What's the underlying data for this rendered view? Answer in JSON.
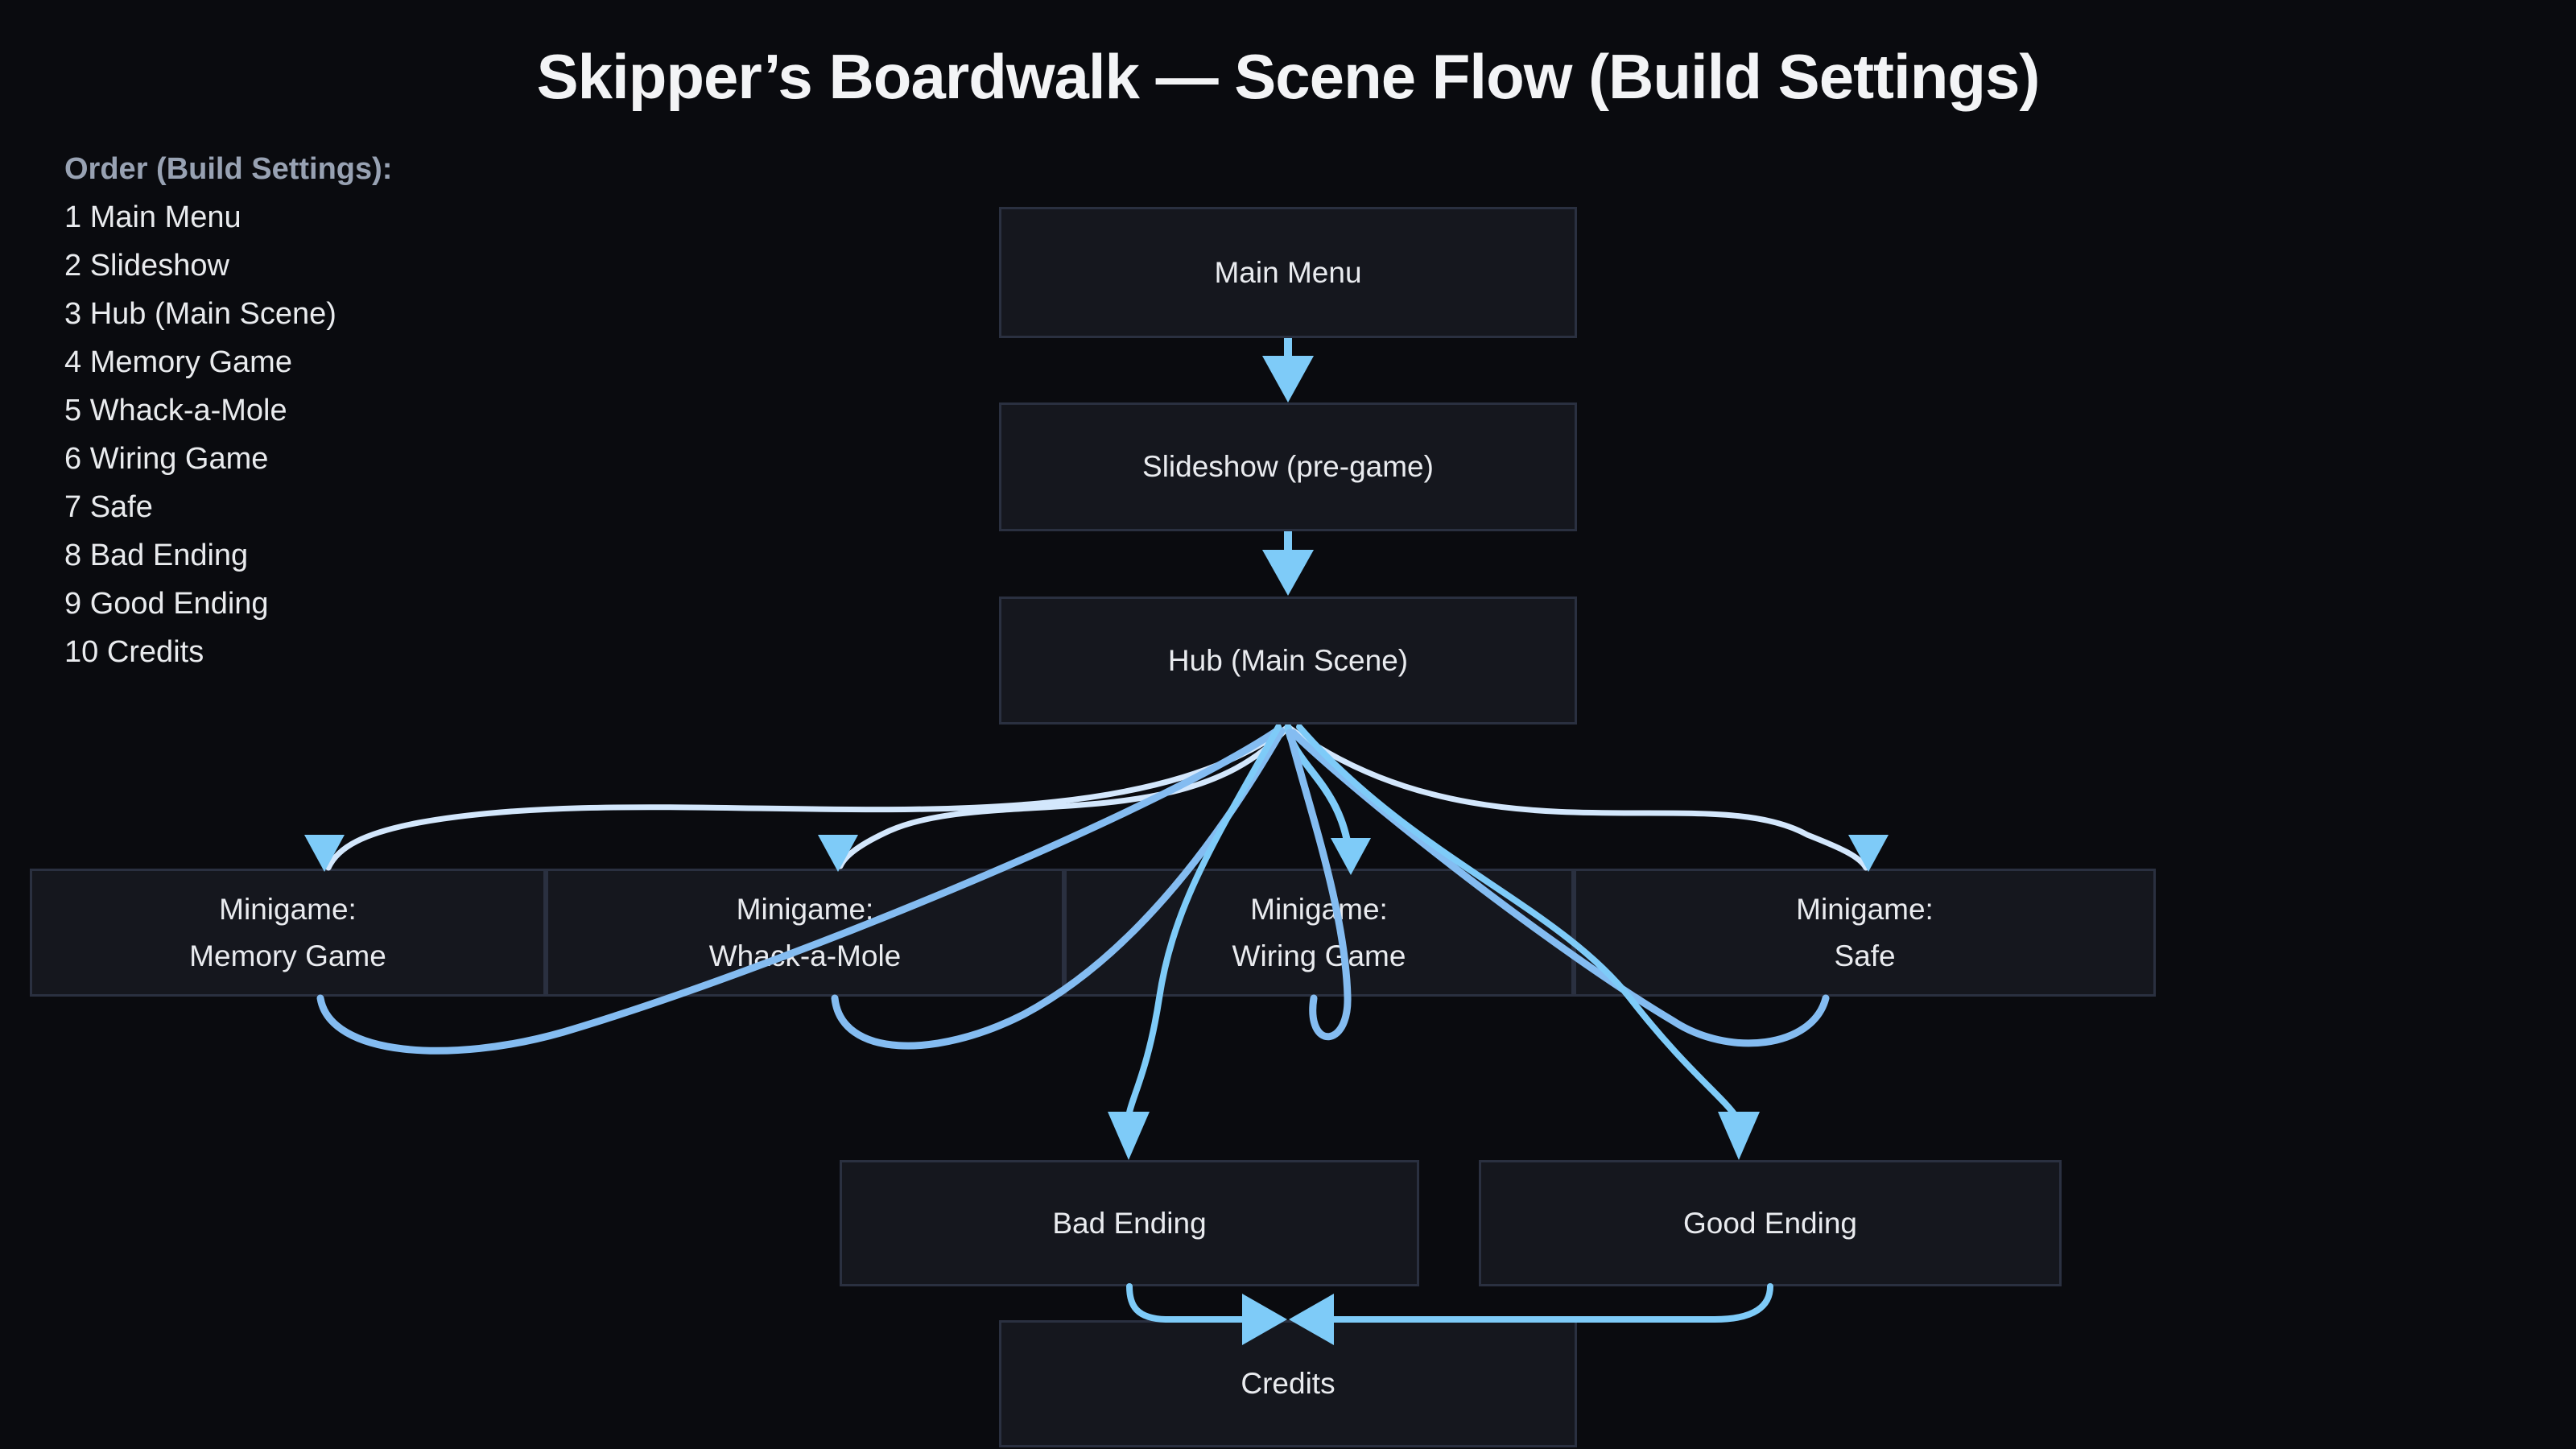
{
  "title": "Skipper’s Boardwalk — Scene Flow (Build Settings)",
  "legend": {
    "heading": "Order (Build Settings):",
    "items": [
      "1 Main Menu",
      "2 Slideshow",
      "3 Hub (Main Scene)",
      "4 Memory Game",
      "5 Whack-a-Mole",
      "6 Wiring Game",
      "7 Safe",
      "8 Bad Ending",
      "9 Good Ending",
      "10 Credits"
    ]
  },
  "nodes": {
    "main_menu": "Main Menu",
    "slideshow": "Slideshow (pre-game)",
    "hub": "Hub (Main Scene)",
    "minigames": [
      {
        "line1": "Minigame:",
        "line2": "Memory Game"
      },
      {
        "line1": "Minigame:",
        "line2": "Whack-a-Mole"
      },
      {
        "line1": "Minigame:",
        "line2": "Wiring Game"
      },
      {
        "line1": "Minigame:",
        "line2": "Safe"
      }
    ],
    "bad_ending": "Bad Ending",
    "good_ending": "Good Ending",
    "credits": "Credits"
  },
  "edges": [
    {
      "from": "Main Menu",
      "to": "Slideshow (pre-game)"
    },
    {
      "from": "Slideshow (pre-game)",
      "to": "Hub (Main Scene)"
    },
    {
      "from": "Hub (Main Scene)",
      "to": "Minigame: Memory Game"
    },
    {
      "from": "Minigame: Memory Game",
      "to": "Hub (Main Scene)"
    },
    {
      "from": "Hub (Main Scene)",
      "to": "Minigame: Whack-a-Mole"
    },
    {
      "from": "Minigame: Whack-a-Mole",
      "to": "Hub (Main Scene)"
    },
    {
      "from": "Hub (Main Scene)",
      "to": "Minigame: Wiring Game"
    },
    {
      "from": "Minigame: Wiring Game",
      "to": "Hub (Main Scene)"
    },
    {
      "from": "Hub (Main Scene)",
      "to": "Minigame: Safe"
    },
    {
      "from": "Minigame: Safe",
      "to": "Hub (Main Scene)"
    },
    {
      "from": "Hub (Main Scene)",
      "to": "Bad Ending"
    },
    {
      "from": "Hub (Main Scene)",
      "to": "Good Ending"
    },
    {
      "from": "Bad Ending",
      "to": "Credits"
    },
    {
      "from": "Good Ending",
      "to": "Credits"
    }
  ],
  "colors": {
    "background": "#0a0b0f",
    "node_fill": "#15171e",
    "node_border": "#2a3040",
    "node_text": "#e9ebef",
    "title_text": "#f3f4f6",
    "legend_heading": "#98a2b3",
    "legend_text": "#e9ebee",
    "arrow": "#7ecbf8",
    "edge_light": "#d3e7fc",
    "edge_mid": "#84bcf1",
    "edge_bright": "#7ecbf8"
  }
}
